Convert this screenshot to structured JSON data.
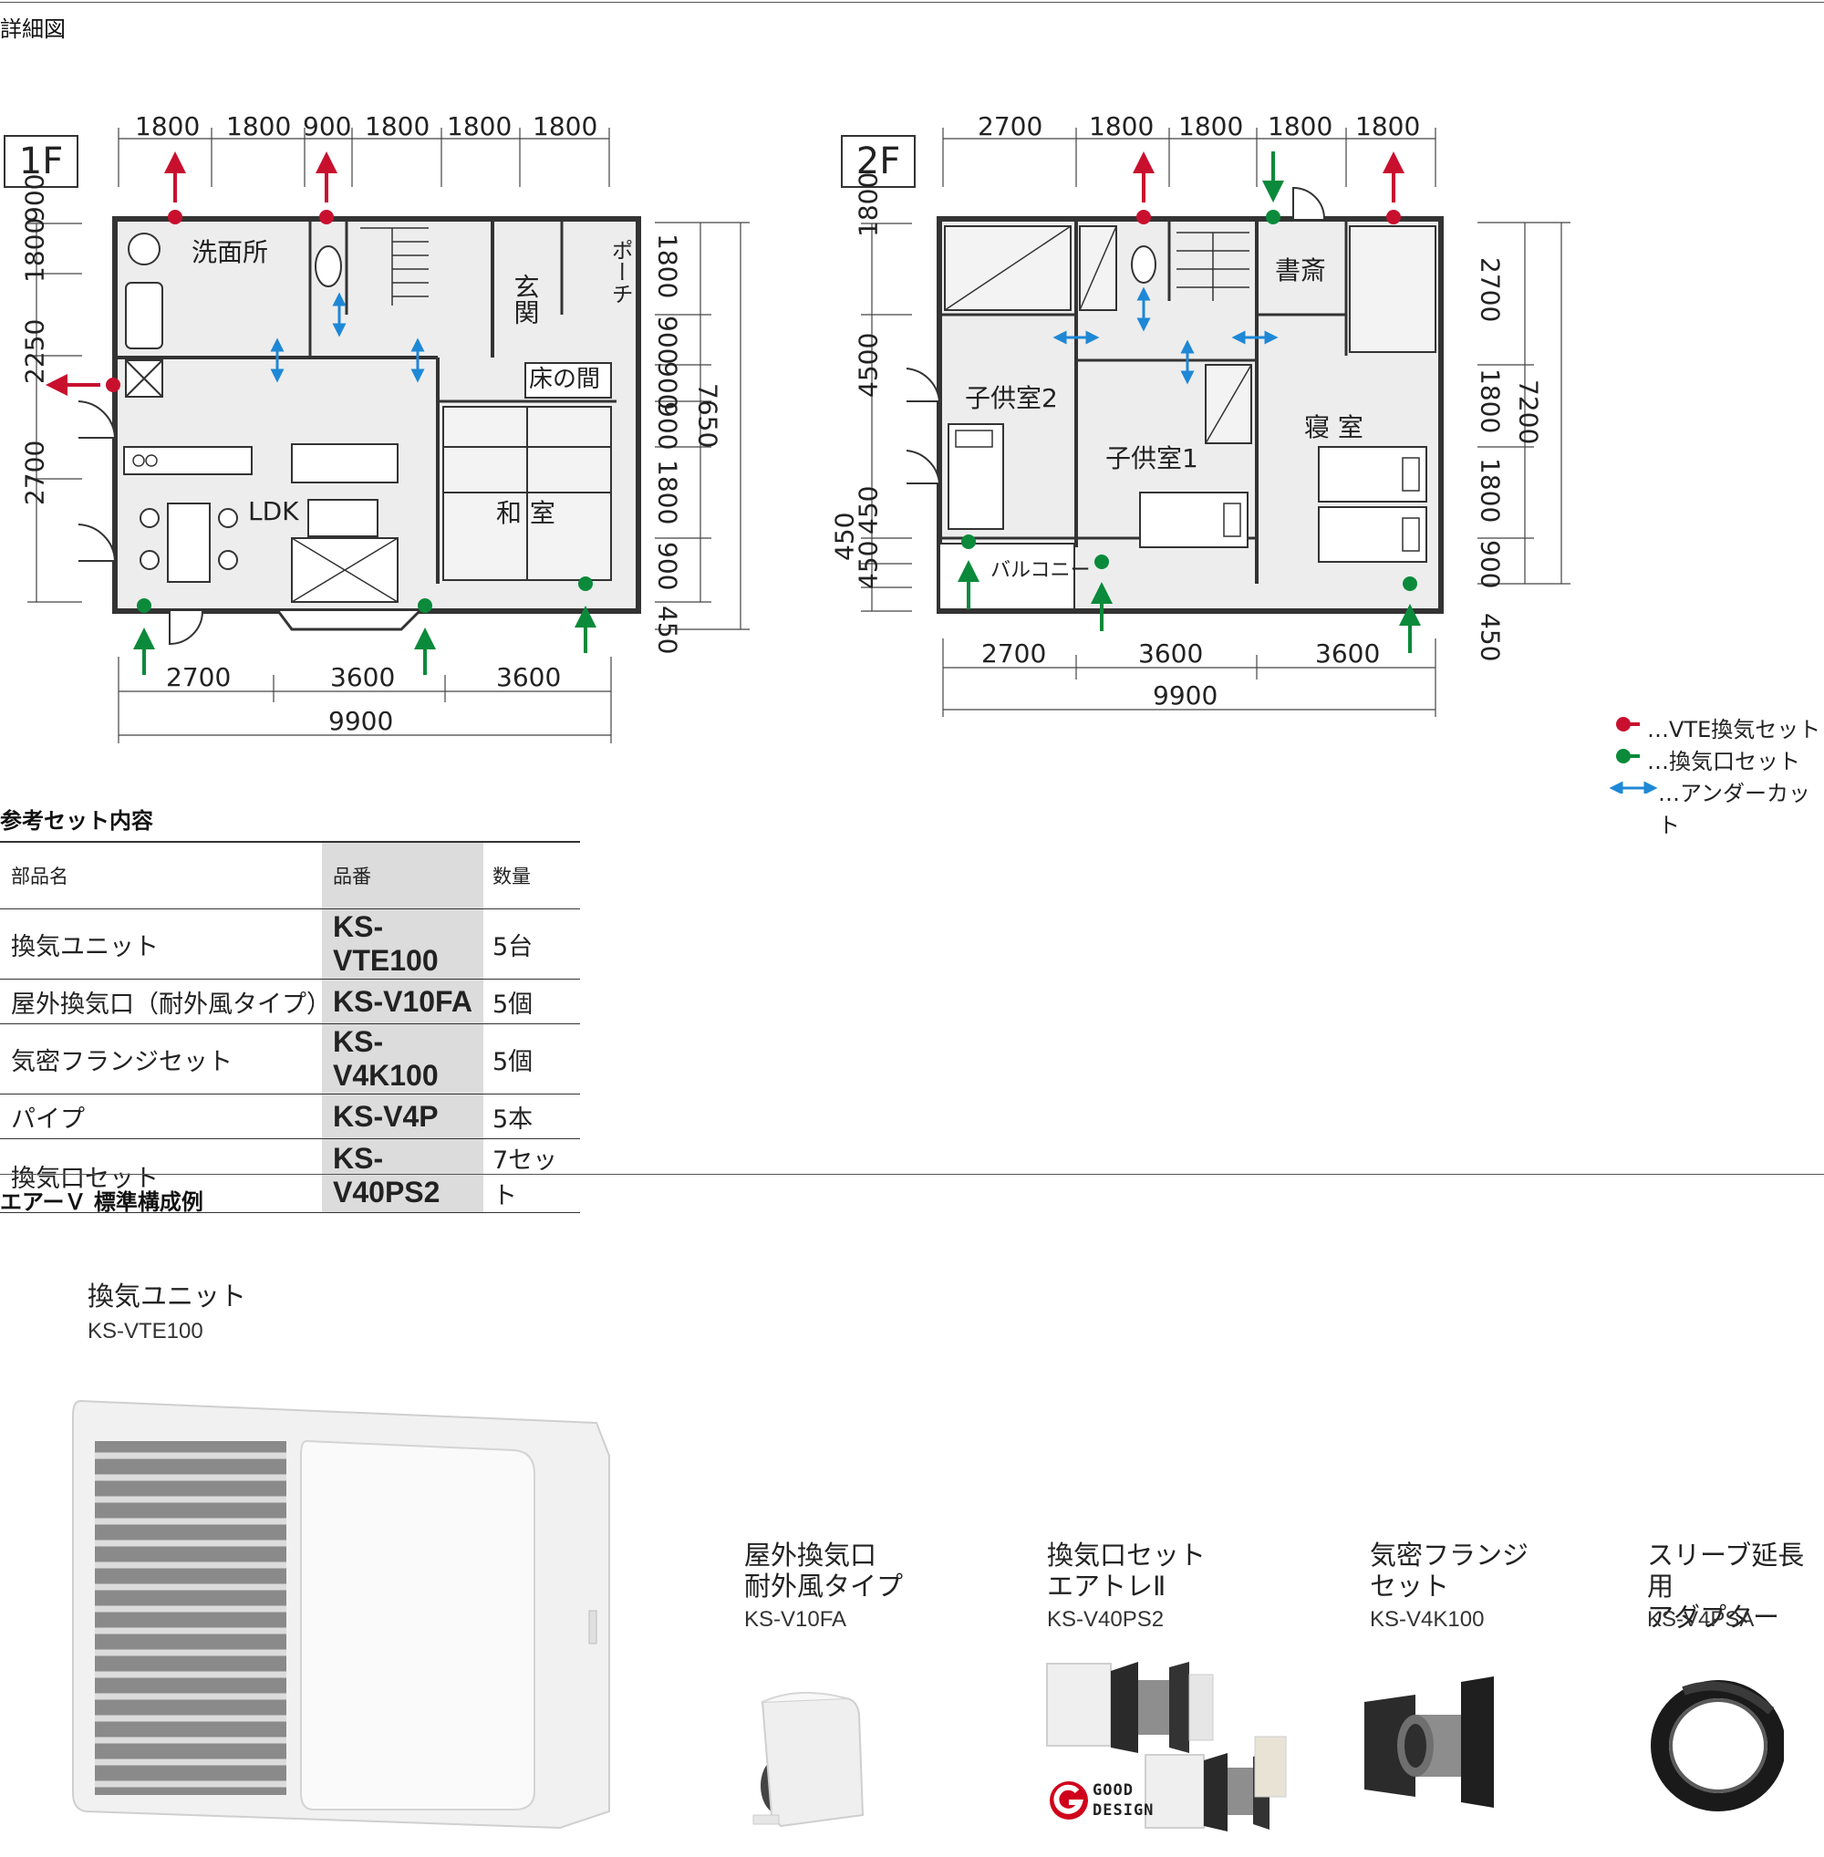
{
  "section1": {
    "title": "詳細図"
  },
  "plan1f": {
    "label": "1F",
    "top_dims": [
      "1800",
      "1800",
      "900",
      "1800",
      "1800",
      "1800"
    ],
    "left_dims": [
      "900",
      "1800",
      "2250",
      "2700"
    ],
    "right_dims": [
      "1800",
      "900",
      "900",
      "900",
      "1800",
      "900",
      "450"
    ],
    "total_right": "7650",
    "bottom_dims": [
      "2700",
      "3600",
      "3600"
    ],
    "total_bottom": "9900",
    "rooms": {
      "washroom": "洗面所",
      "entrance": "玄関",
      "porch": "ポーチ",
      "tokonoma": "床の間",
      "ldk": "LDK",
      "washitsu": "和 室"
    }
  },
  "plan2f": {
    "label": "2F",
    "top_dims": [
      "2700",
      "1800",
      "1800",
      "1800",
      "1800"
    ],
    "left_dims": [
      "1800",
      "4500",
      "450",
      "450",
      "450"
    ],
    "right_dims": [
      "2700",
      "1800",
      "1800",
      "900",
      "450"
    ],
    "total_right": "7200",
    "bottom_dims": [
      "2700",
      "3600",
      "3600"
    ],
    "total_bottom": "9900",
    "rooms": {
      "study": "書斎",
      "child2": "子供室2",
      "child1": "子供室1",
      "bedroom": "寝 室",
      "balcony": "バルコニー"
    }
  },
  "legend": [
    {
      "text": "…VTE換気セット",
      "color": "#c8102e"
    },
    {
      "text": "…換気口セット",
      "color": "#0a8a3a"
    },
    {
      "text": "…アンダーカット",
      "color": "#1e88d6"
    }
  ],
  "parts": {
    "title": "参考セット内容",
    "headers": {
      "name": "部品名",
      "number": "品番",
      "qty": "数量"
    },
    "rows": [
      {
        "name": "換気ユニット",
        "number": "KS-VTE100",
        "qty": "5台"
      },
      {
        "name": "屋外換気口（耐外風タイプ）",
        "number": "KS-V10FA",
        "qty": "5個"
      },
      {
        "name": "気密フランジセット",
        "number": "KS-V4K100",
        "qty": "5個"
      },
      {
        "name": "パイプ",
        "number": "KS-V4P",
        "qty": "5本"
      },
      {
        "name": "換気口セット",
        "number": "KS-V40PS2",
        "qty": "7セット"
      }
    ]
  },
  "section2": {
    "title": "エアーＶ 標準構成例"
  },
  "products": [
    {
      "name": "換気ユニット",
      "code": "KS-VTE100"
    },
    {
      "name": "屋外換気口\n耐外風タイプ",
      "code": "KS-V10FA"
    },
    {
      "name": "換気口セット\nエアトレⅡ",
      "code": "KS-V40PS2"
    },
    {
      "name": "気密フランジ\nセット",
      "code": "KS-V4K100"
    },
    {
      "name": "スリーブ延長用\nアダプター",
      "code": "KS-V4PSA"
    }
  ],
  "good_design": {
    "line1": "GOOD",
    "line2": "DESIGN"
  }
}
